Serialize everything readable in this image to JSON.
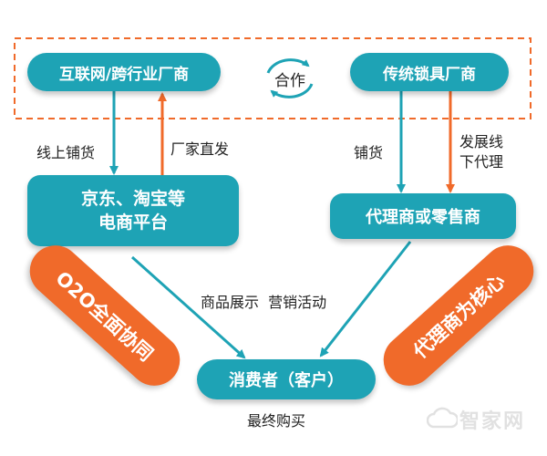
{
  "colors": {
    "teal": "#1ea3b5",
    "orange": "#f06a2a",
    "dash": "#f06a2a"
  },
  "nodes": {
    "internet_vendor": "互联网/跨行业厂商",
    "traditional_vendor": "传统锁具厂商",
    "ecommerce_line1": "京东、淘宝等",
    "ecommerce_line2": "电商平台",
    "agent_retailer": "代理商或零售商",
    "consumer": "消费者（客户）"
  },
  "labels": {
    "cooperation": "合作",
    "online_stocking": "线上铺货",
    "vendor_direct": "厂家直发",
    "stocking": "铺货",
    "offline_agent_line1": "发展线",
    "offline_agent_line2": "下代理",
    "showcase_marketing": "商品展示  营销活动",
    "final_purchase": "最终购买"
  },
  "badges": {
    "o2o": "O2O全面协同",
    "agent_core": "代理商为核心"
  },
  "watermark": {
    "text": "智家网",
    "icon": "cloud-logo-icon"
  }
}
